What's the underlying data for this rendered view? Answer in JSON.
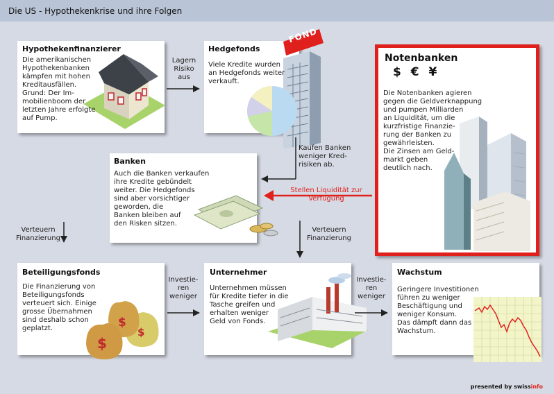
{
  "title": "Die US - Hypothekenkrise und ihre Folgen",
  "boxes": {
    "hypo": {
      "title": "Hypothekenfinanzierer",
      "lines": [
        "Die amerikanischen",
        "Hypothekenbanken",
        "kämpfen mit hohen",
        "Kreditausfällen.",
        "Grund: Der Im-",
        "mobilienboom der",
        "letzten Jahre erfolgte",
        "auf Pump."
      ]
    },
    "hedge": {
      "title": "Hedgefonds",
      "lines": [
        "Viele Kredite wurden",
        "an Hedgefonds weiter",
        "verkauft."
      ],
      "sign": "FOND"
    },
    "noten": {
      "title": "Notenbanken",
      "currency": "$ € ¥",
      "lines": [
        "Die Notenbanken agieren",
        "gegen die Geldverknappung",
        "und pumpen Milliarden",
        "an Liquidität, um die",
        "kurzfristige Finanzie-",
        "rung der Banken zu",
        "gewährleisten.",
        "Die Zinsen am Geld-",
        "markt geben",
        "deutlich nach."
      ]
    },
    "banken": {
      "title": "Banken",
      "lines": [
        "Auch die Banken verkaufen",
        "ihre Kredite gebündelt",
        "weiter. Die Hedgefonds",
        "sind aber vorsichtiger",
        "geworden, die",
        "Banken bleiben auf",
        "den Risken sitzen."
      ]
    },
    "beteil": {
      "title": "Beteiligungsfonds",
      "lines": [
        "Die Finanzierung von",
        "Beteiligungsfonds",
        "verteuert sich. Einige",
        "grosse Übernahmen",
        "sind deshalb schon",
        "geplatzt."
      ]
    },
    "unter": {
      "title": "Unternehmer",
      "lines": [
        "Unternehmen müssen",
        "für Kredite tiefer in die",
        "Tasche greifen und",
        "erhalten weniger",
        "Geld von Fonds."
      ]
    },
    "wachs": {
      "title": "Wachstum",
      "lines": [
        "Geringere Investitionen",
        "führen zu weniger",
        "Beschäftigung und",
        "weniger Konsum.",
        "Das dämpft dann das",
        "Wachstum."
      ]
    }
  },
  "arrows": {
    "lagern": [
      "Lagern",
      "Risiko",
      "aus"
    ],
    "kaufen": [
      "Kaufen Banken",
      "weniger Kred-",
      "risiken ab."
    ],
    "liquid": [
      "Stellen Liquidität zur",
      "Verfügung"
    ],
    "verteuern_left": [
      "Verteuern",
      "Finanzierung"
    ],
    "verteuern_right": [
      "Verteuern",
      "Finanzierung"
    ],
    "invest_left": [
      "Investie-",
      "ren",
      "weniger"
    ],
    "invest_right": [
      "Investie-",
      "ren",
      "weniger"
    ]
  },
  "footer": {
    "prefix": "presented by swiss",
    "accent": "info"
  },
  "colors": {
    "red": "#e0201d",
    "header": "#b9c4d6",
    "background": "#d6dae4"
  }
}
